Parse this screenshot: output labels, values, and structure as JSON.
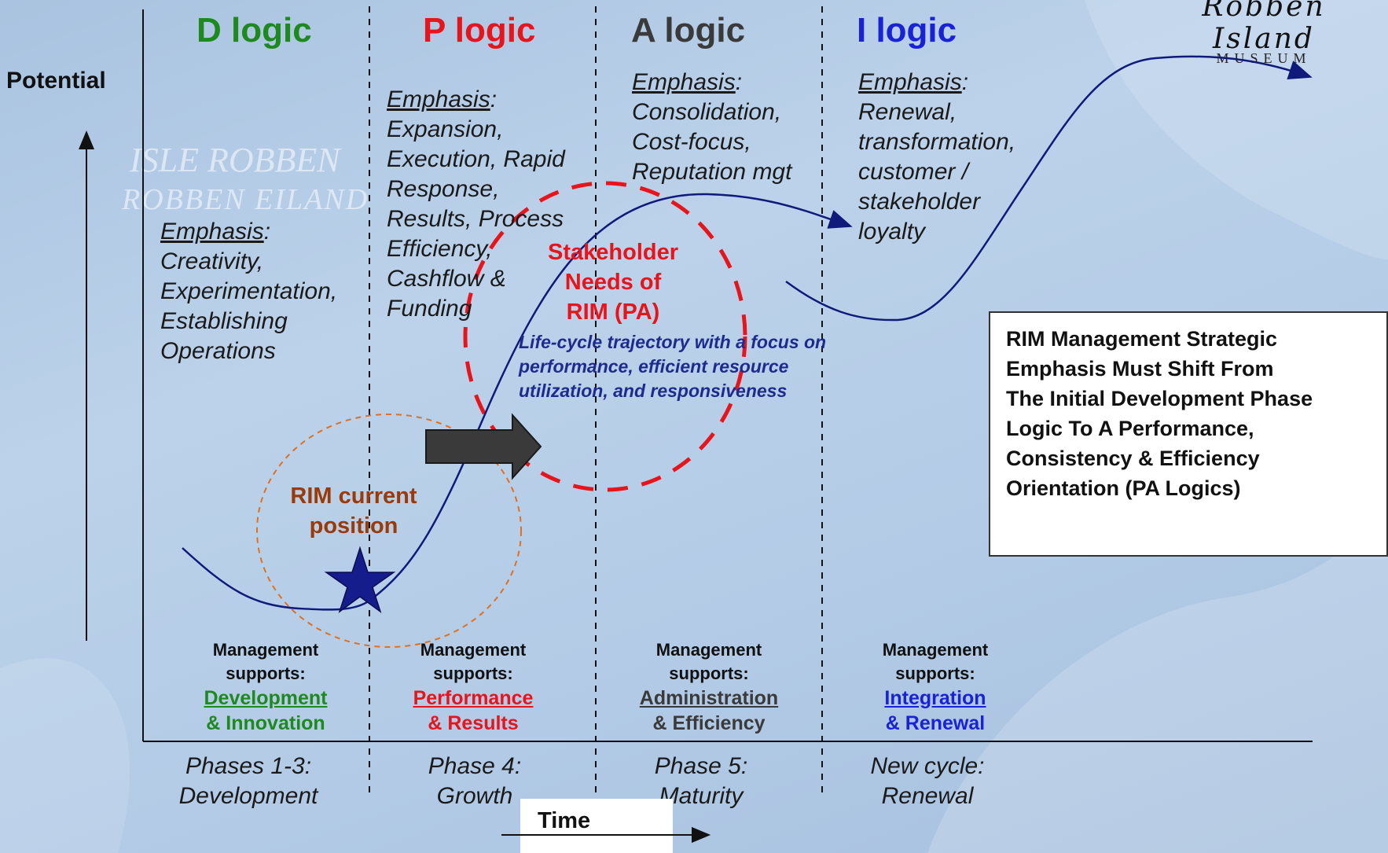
{
  "logo": {
    "line1": "Robben Island",
    "line2": "MUSEUM"
  },
  "axis": {
    "y_label": "Potential",
    "x_label": "Time"
  },
  "watermarks": {
    "isle": "ISLE ROBBEN",
    "eiland": "ROBBEN EILAND"
  },
  "columns": [
    {
      "title": "D logic",
      "color": "#1e8a1e",
      "emphasis_head": "Emphasis",
      "emphasis_lines": [
        "Creativity,",
        "Experimentation,",
        "Establishing",
        "Operations"
      ],
      "mgmt_line1": "Management",
      "mgmt_line2": "supports:",
      "mgmt_focus": "Development",
      "mgmt_second": "& Innovation",
      "phase_line1": "Phases 1-3:",
      "phase_line2": "Development"
    },
    {
      "title": "P logic",
      "color": "#e8141b",
      "emphasis_head": "Emphasis",
      "emphasis_lines": [
        "Expansion,",
        "Execution, Rapid",
        "Response,",
        "Results, Process",
        "Efficiency,",
        "Cashflow &",
        "Funding"
      ],
      "mgmt_line1": "Management",
      "mgmt_line2": "supports:",
      "mgmt_focus": "Performance",
      "mgmt_second": "& Results",
      "phase_line1": "Phase 4:",
      "phase_line2": "Growth"
    },
    {
      "title": "A logic",
      "color": "#3a3a3a",
      "emphasis_head": "Emphasis",
      "emphasis_lines": [
        "Consolidation,",
        "Cost-focus,",
        "Reputation mgt"
      ],
      "mgmt_line1": "Management",
      "mgmt_line2": "supports:",
      "mgmt_focus": "Administration",
      "mgmt_second": "& Efficiency",
      "phase_line1": "Phase 5:",
      "phase_line2": "Maturity"
    },
    {
      "title": "I logic",
      "color": "#1a22d6",
      "emphasis_head": "Emphasis",
      "emphasis_lines": [
        "Renewal,",
        "transformation,",
        "customer /",
        "stakeholder",
        "loyalty"
      ],
      "mgmt_line1": "Management",
      "mgmt_line2": "supports:",
      "mgmt_focus": "Integration",
      "mgmt_second": "& Renewal",
      "phase_line1": "New cycle:",
      "phase_line2": "Renewal"
    }
  ],
  "stakeholder_circle": {
    "lines": [
      "Stakeholder",
      "Needs of",
      "RIM (PA)"
    ],
    "color": "#e8141b"
  },
  "current_circle": {
    "lines": [
      "RIM current",
      "position"
    ],
    "color": "#9a3a0a"
  },
  "trajectory_text": [
    "Life-cycle trajectory with a focus on",
    "performance, efficient resource",
    "utilization, and responsiveness"
  ],
  "callout": {
    "lines": [
      "RIM Management Strategic",
      "Emphasis Must Shift From",
      "The Initial Development Phase",
      "Logic To A Performance,",
      "Consistency & Efficiency",
      "Orientation (PA Logics)"
    ]
  },
  "colors": {
    "curve": "#0f1a7a",
    "axis": "#111111",
    "star": "#151c8c"
  }
}
